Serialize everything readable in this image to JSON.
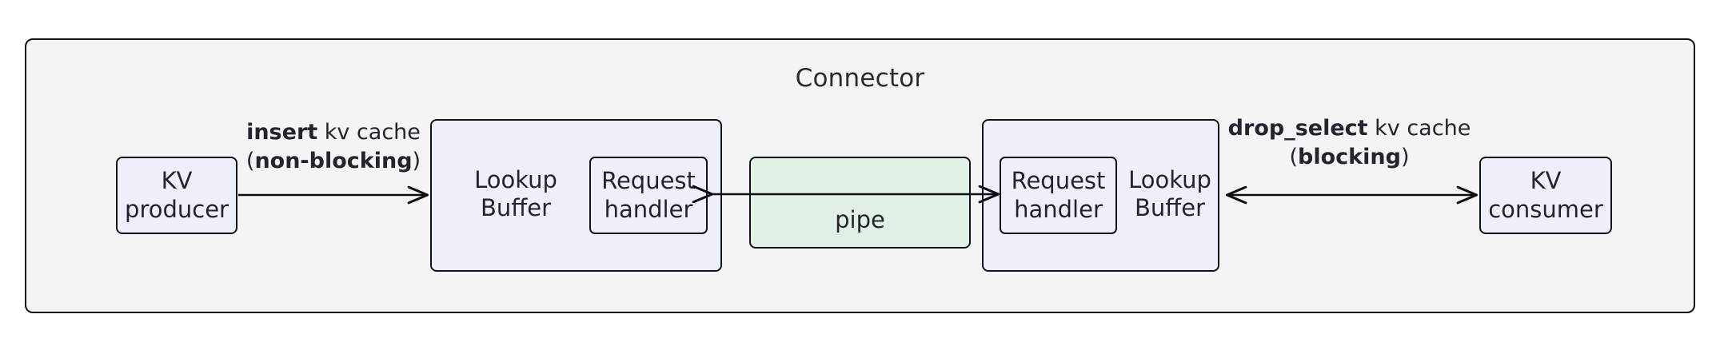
{
  "diagram": {
    "type": "architecture-flow",
    "title": "Connector",
    "colors": {
      "container_bg": "#f4f4f4",
      "container_border": "#121212",
      "node_bg": "#edf0fb",
      "node_border": "#111119",
      "pipe_bg": "#e1f0e4",
      "text": "#23232f",
      "arrow": "#0d0d12"
    },
    "nodes": {
      "kv_producer": {
        "line1": "KV",
        "line2": "producer"
      },
      "lookup_buffer_left": {
        "line1": "Lookup",
        "line2": "Buffer"
      },
      "request_handler_left": {
        "line1": "Request",
        "line2": "handler"
      },
      "pipe": {
        "label": "pipe"
      },
      "request_handler_right": {
        "line1": "Request",
        "line2": "handler"
      },
      "lookup_buffer_right": {
        "line1": "Lookup",
        "line2": "Buffer"
      },
      "kv_consumer": {
        "line1": "KV",
        "line2": "consumer"
      }
    },
    "edges": {
      "insert": {
        "line1_bold": "insert",
        "line1_rest": " kv cache",
        "line2_open": "(",
        "line2_bold": "non-blocking",
        "line2_close": ")",
        "direction": "producer-to-buffer"
      },
      "drop_select": {
        "line1_bold": "drop_select",
        "line1_rest": " kv cache",
        "line2_open": "(",
        "line2_bold": "blocking",
        "line2_close": ")",
        "direction": "bidirectional"
      },
      "pipe_to_left_buffer": {
        "direction": "right-to-left"
      },
      "pipe_to_right_handler": {
        "direction": "left-to-right"
      }
    }
  }
}
